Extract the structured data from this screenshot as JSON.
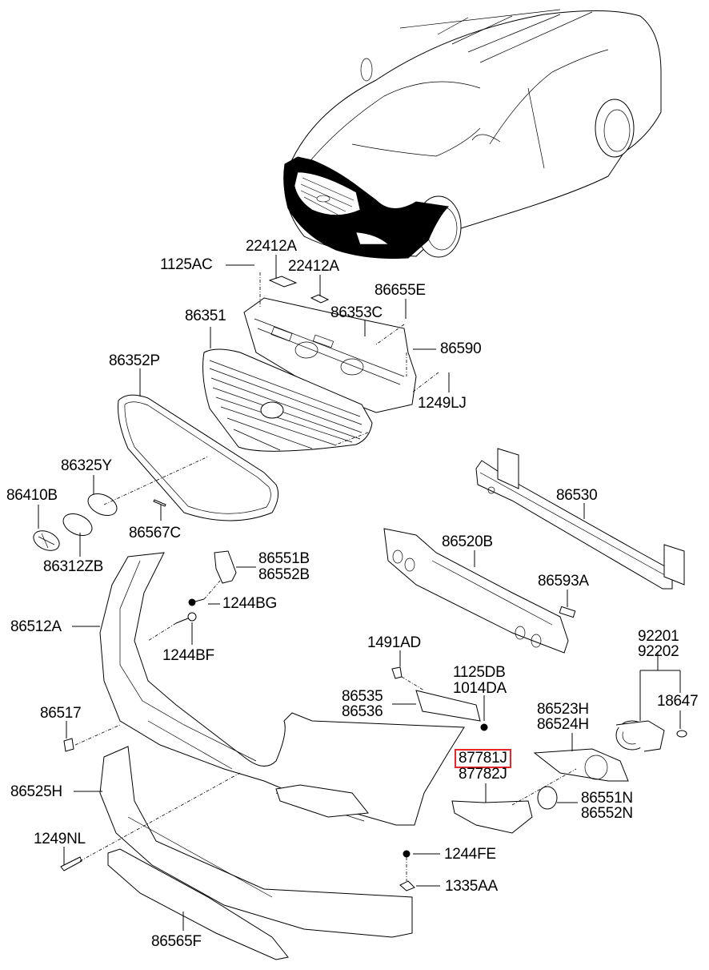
{
  "diagram": {
    "title": "Front Bumper Exploded Parts Diagram",
    "highlight_color": "#e8262a",
    "highlighted_part": "87781J",
    "labels": {
      "p22412A_1": "22412A",
      "p1125AC": "1125AC",
      "p22412A_2": "22412A",
      "p86655E": "86655E",
      "p86351": "86351",
      "p86353C": "86353C",
      "p86590": "86590",
      "p86352P": "86352P",
      "p1249LJ": "1249LJ",
      "p86325Y": "86325Y",
      "p86410B": "86410B",
      "p86567C": "86567C",
      "p86312ZB": "86312ZB",
      "p86530": "86530",
      "p86520B": "86520B",
      "p86551B": "86551B",
      "p86552B": "86552B",
      "p1244BG": "1244BG",
      "p86593A": "86593A",
      "p86512A": "86512A",
      "p1244BF": "1244BF",
      "p92201": "92201",
      "p92202": "92202",
      "p1491AD": "1491AD",
      "p1125DB": "1125DB",
      "p1014DA": "1014DA",
      "p86535": "86535",
      "p86536": "86536",
      "p86523H": "86523H",
      "p86524H": "86524H",
      "p18647": "18647",
      "p86517": "86517",
      "p87781J": "87781J",
      "p87782J": "87782J",
      "p86525H": "86525H",
      "p86551N": "86551N",
      "p86552N": "86552N",
      "p1249NL": "1249NL",
      "p1244FE": "1244FE",
      "p1335AA": "1335AA",
      "p86565F": "86565F"
    }
  }
}
